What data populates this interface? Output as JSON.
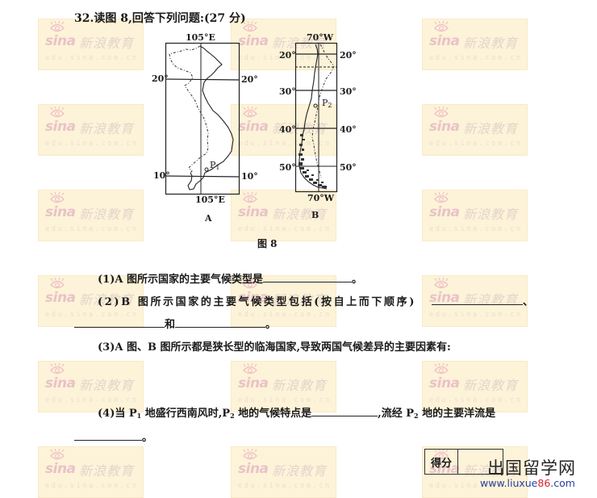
{
  "question": {
    "number": "32.",
    "prompt": "读图 8,回答下列问题:(27 分)"
  },
  "figure": {
    "caption": "图 8",
    "map_a": {
      "label": "A",
      "meridian_top": "105°E",
      "meridian_bottom": "105°E",
      "lat_20_left": "20°",
      "lat_20_right": "20°",
      "lat_10_left": "10°",
      "lat_10_right": "10°",
      "point": "P",
      "point_sub": "1"
    },
    "map_b": {
      "label": "B",
      "meridian_top": "70°W",
      "meridian_bottom": "70°W",
      "lat_labels_left": [
        "20°",
        "30°",
        "40°",
        "50°"
      ],
      "lat_labels_right": [
        "20°",
        "30°",
        "40°",
        "50°"
      ],
      "point": "P",
      "point_sub": "2"
    }
  },
  "subquestions": {
    "q1": {
      "text": "(1)A 图所示国家的主要气候类型是",
      "end": "。"
    },
    "q2": {
      "text": "(2)B 图所示国家的主要气候类型包括(按自上而下顺序)",
      "sep1": "、",
      "and": "和",
      "end": "。"
    },
    "q3": {
      "text": "(3)A 图、B 图所示都是狭长型的临海国家,导致两国气候差异的主要因素有:"
    },
    "q4": {
      "part1": "(4)当 P",
      "sub1": "1",
      "part2": " 地盛行西南风时,P",
      "sub2": "2",
      "part3": " 地的气候特点是",
      "part4": ",流经 P",
      "sub3": "2",
      "part5": " 地的主要洋流是",
      "end": "。"
    }
  },
  "score_box": {
    "label": "得分",
    "value": ""
  },
  "watermark": {
    "brand": "sina",
    "cn": "新浪教育",
    "url": "edu.sina.com.cn",
    "bg_color": "#fdf3d8"
  },
  "footer_logo": {
    "title": "出国留学网",
    "url_prefix": "www.liuxue",
    "url_highlight": "86",
    "url_suffix": ".com",
    "url_color": "#2a3f9e",
    "highlight_color": "#d8262a"
  }
}
